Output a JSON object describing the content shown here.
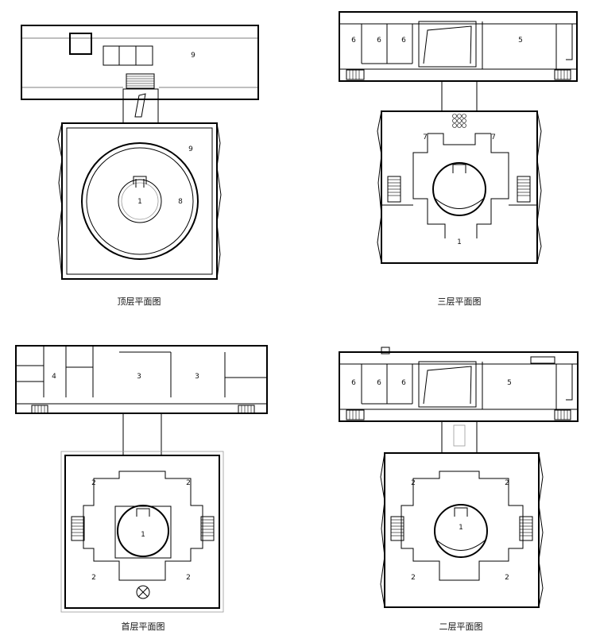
{
  "plans": {
    "top": {
      "caption": "顶层平面图",
      "labels": {
        "hall_roof": "9",
        "terrace": "9",
        "ring": "8",
        "core": "1"
      }
    },
    "third": {
      "caption": "三层平面图",
      "labels": {
        "room_a": "6",
        "room_b": "6",
        "room_c": "6",
        "studio": "5",
        "left_room": "7",
        "right_room": "7",
        "hall": "1"
      }
    },
    "ground": {
      "caption": "首层平面图",
      "labels": {
        "room4": "4",
        "room3a": "3",
        "room3b": "3",
        "nw": "2",
        "ne": "2",
        "sw": "2",
        "se": "2",
        "core": "1"
      }
    },
    "second": {
      "caption": "二层平面图",
      "labels": {
        "room_a": "6",
        "room_b": "6",
        "room_c": "6",
        "studio": "5",
        "nw": "2",
        "ne": "2",
        "sw": "2",
        "se": "2",
        "core": "1"
      }
    }
  }
}
